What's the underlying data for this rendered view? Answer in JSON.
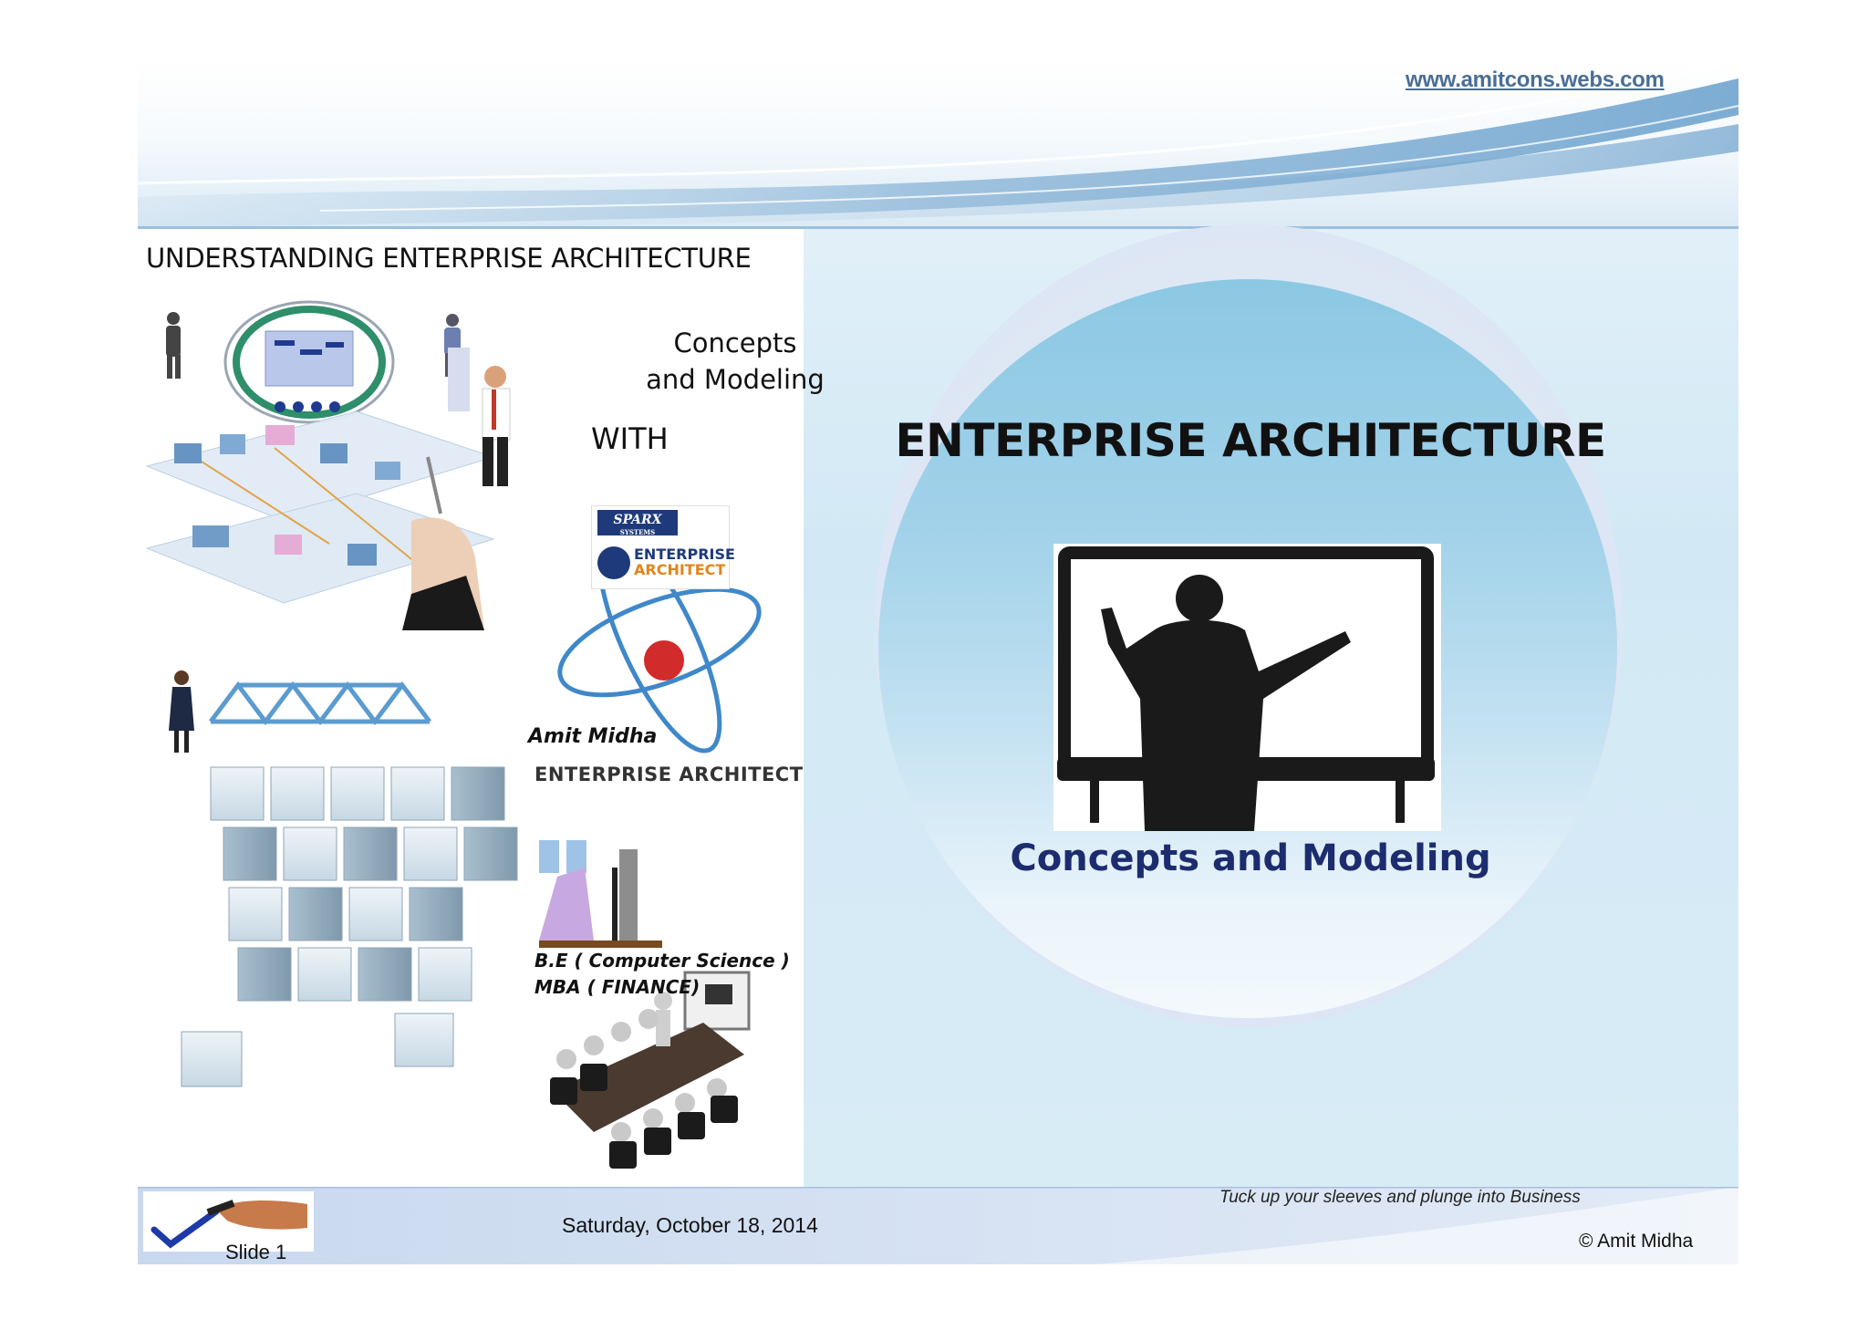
{
  "header": {
    "url": "www.amitcons.webs.com"
  },
  "left": {
    "title": "UNDERSTANDING ENTERPRISE ARCHITECTURE",
    "concepts_line1": "Concepts",
    "concepts_line2": "and Modeling",
    "with": "WITH",
    "logo_brand": "SPARX",
    "logo_brand_sub": "SYSTEMS",
    "logo_line1": "ENTERPRISE",
    "logo_line2": "ARCHITECT",
    "author": "Amit Midha",
    "ea_label": "ENTERPRISE ARCHITECT",
    "degree_line1": "B.E ( Computer Science )",
    "degree_line2": "MBA ( FINANCE)"
  },
  "main": {
    "title": "ENTERPRISE ARCHITECTURE",
    "subtitle": "Concepts and Modeling"
  },
  "footer": {
    "slide": "Slide 1",
    "date": "Saturday, October 18, 2014",
    "tagline": "Tuck up your sleeves and plunge into Business",
    "copyright": "© Amit Midha"
  },
  "colors": {
    "subtitle": "#1c2c6e",
    "accent_blue": "#4a86c0",
    "circle_blue": "#8cc8e3"
  }
}
